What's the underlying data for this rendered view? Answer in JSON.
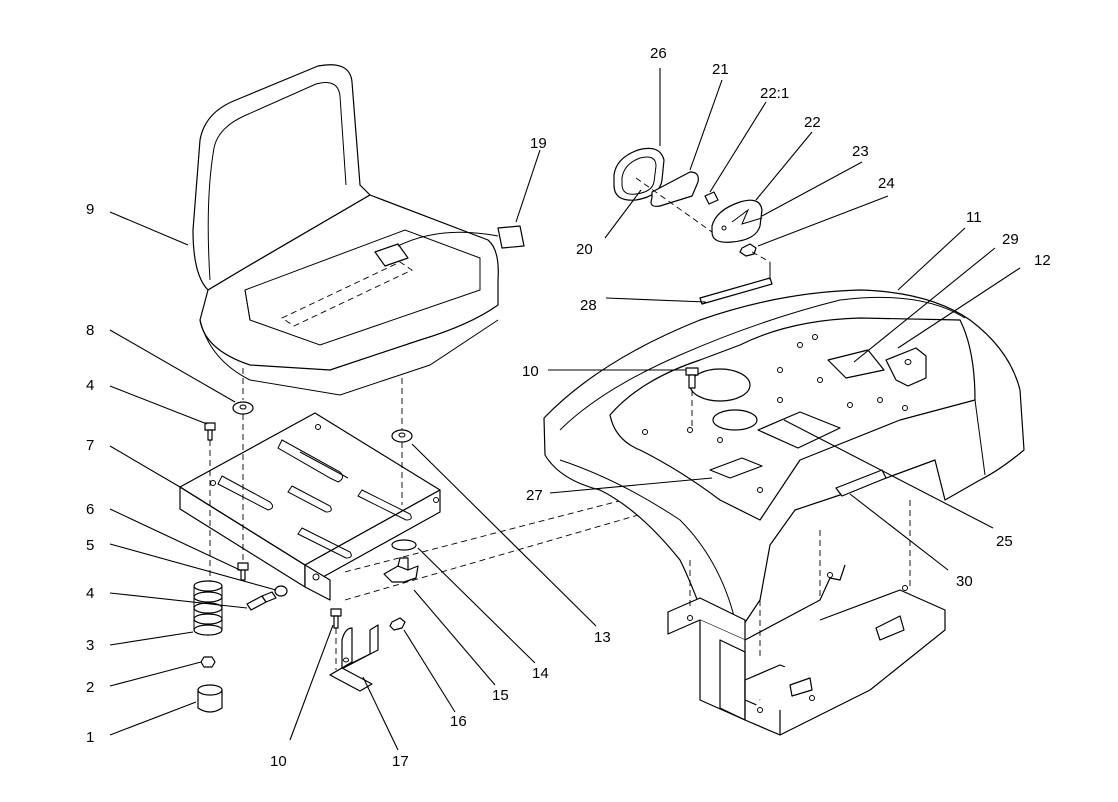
{
  "diagram": {
    "labels": {
      "1": "1",
      "2": "2",
      "3": "3",
      "4a": "4",
      "4b": "4",
      "5": "5",
      "6": "6",
      "7": "7",
      "8": "8",
      "9": "9",
      "10a": "10",
      "10b": "10",
      "11": "11",
      "12": "12",
      "13": "13",
      "14": "14",
      "15": "15",
      "16": "16",
      "17": "17",
      "19": "19",
      "20": "20",
      "21": "21",
      "22": "22",
      "22_1": "22:1",
      "23": "23",
      "24": "24",
      "25": "25",
      "26": "26",
      "27": "27",
      "28": "28",
      "29": "29",
      "30": "30"
    }
  },
  "colors": {
    "ink": "#000000",
    "paper": "#ffffff"
  }
}
